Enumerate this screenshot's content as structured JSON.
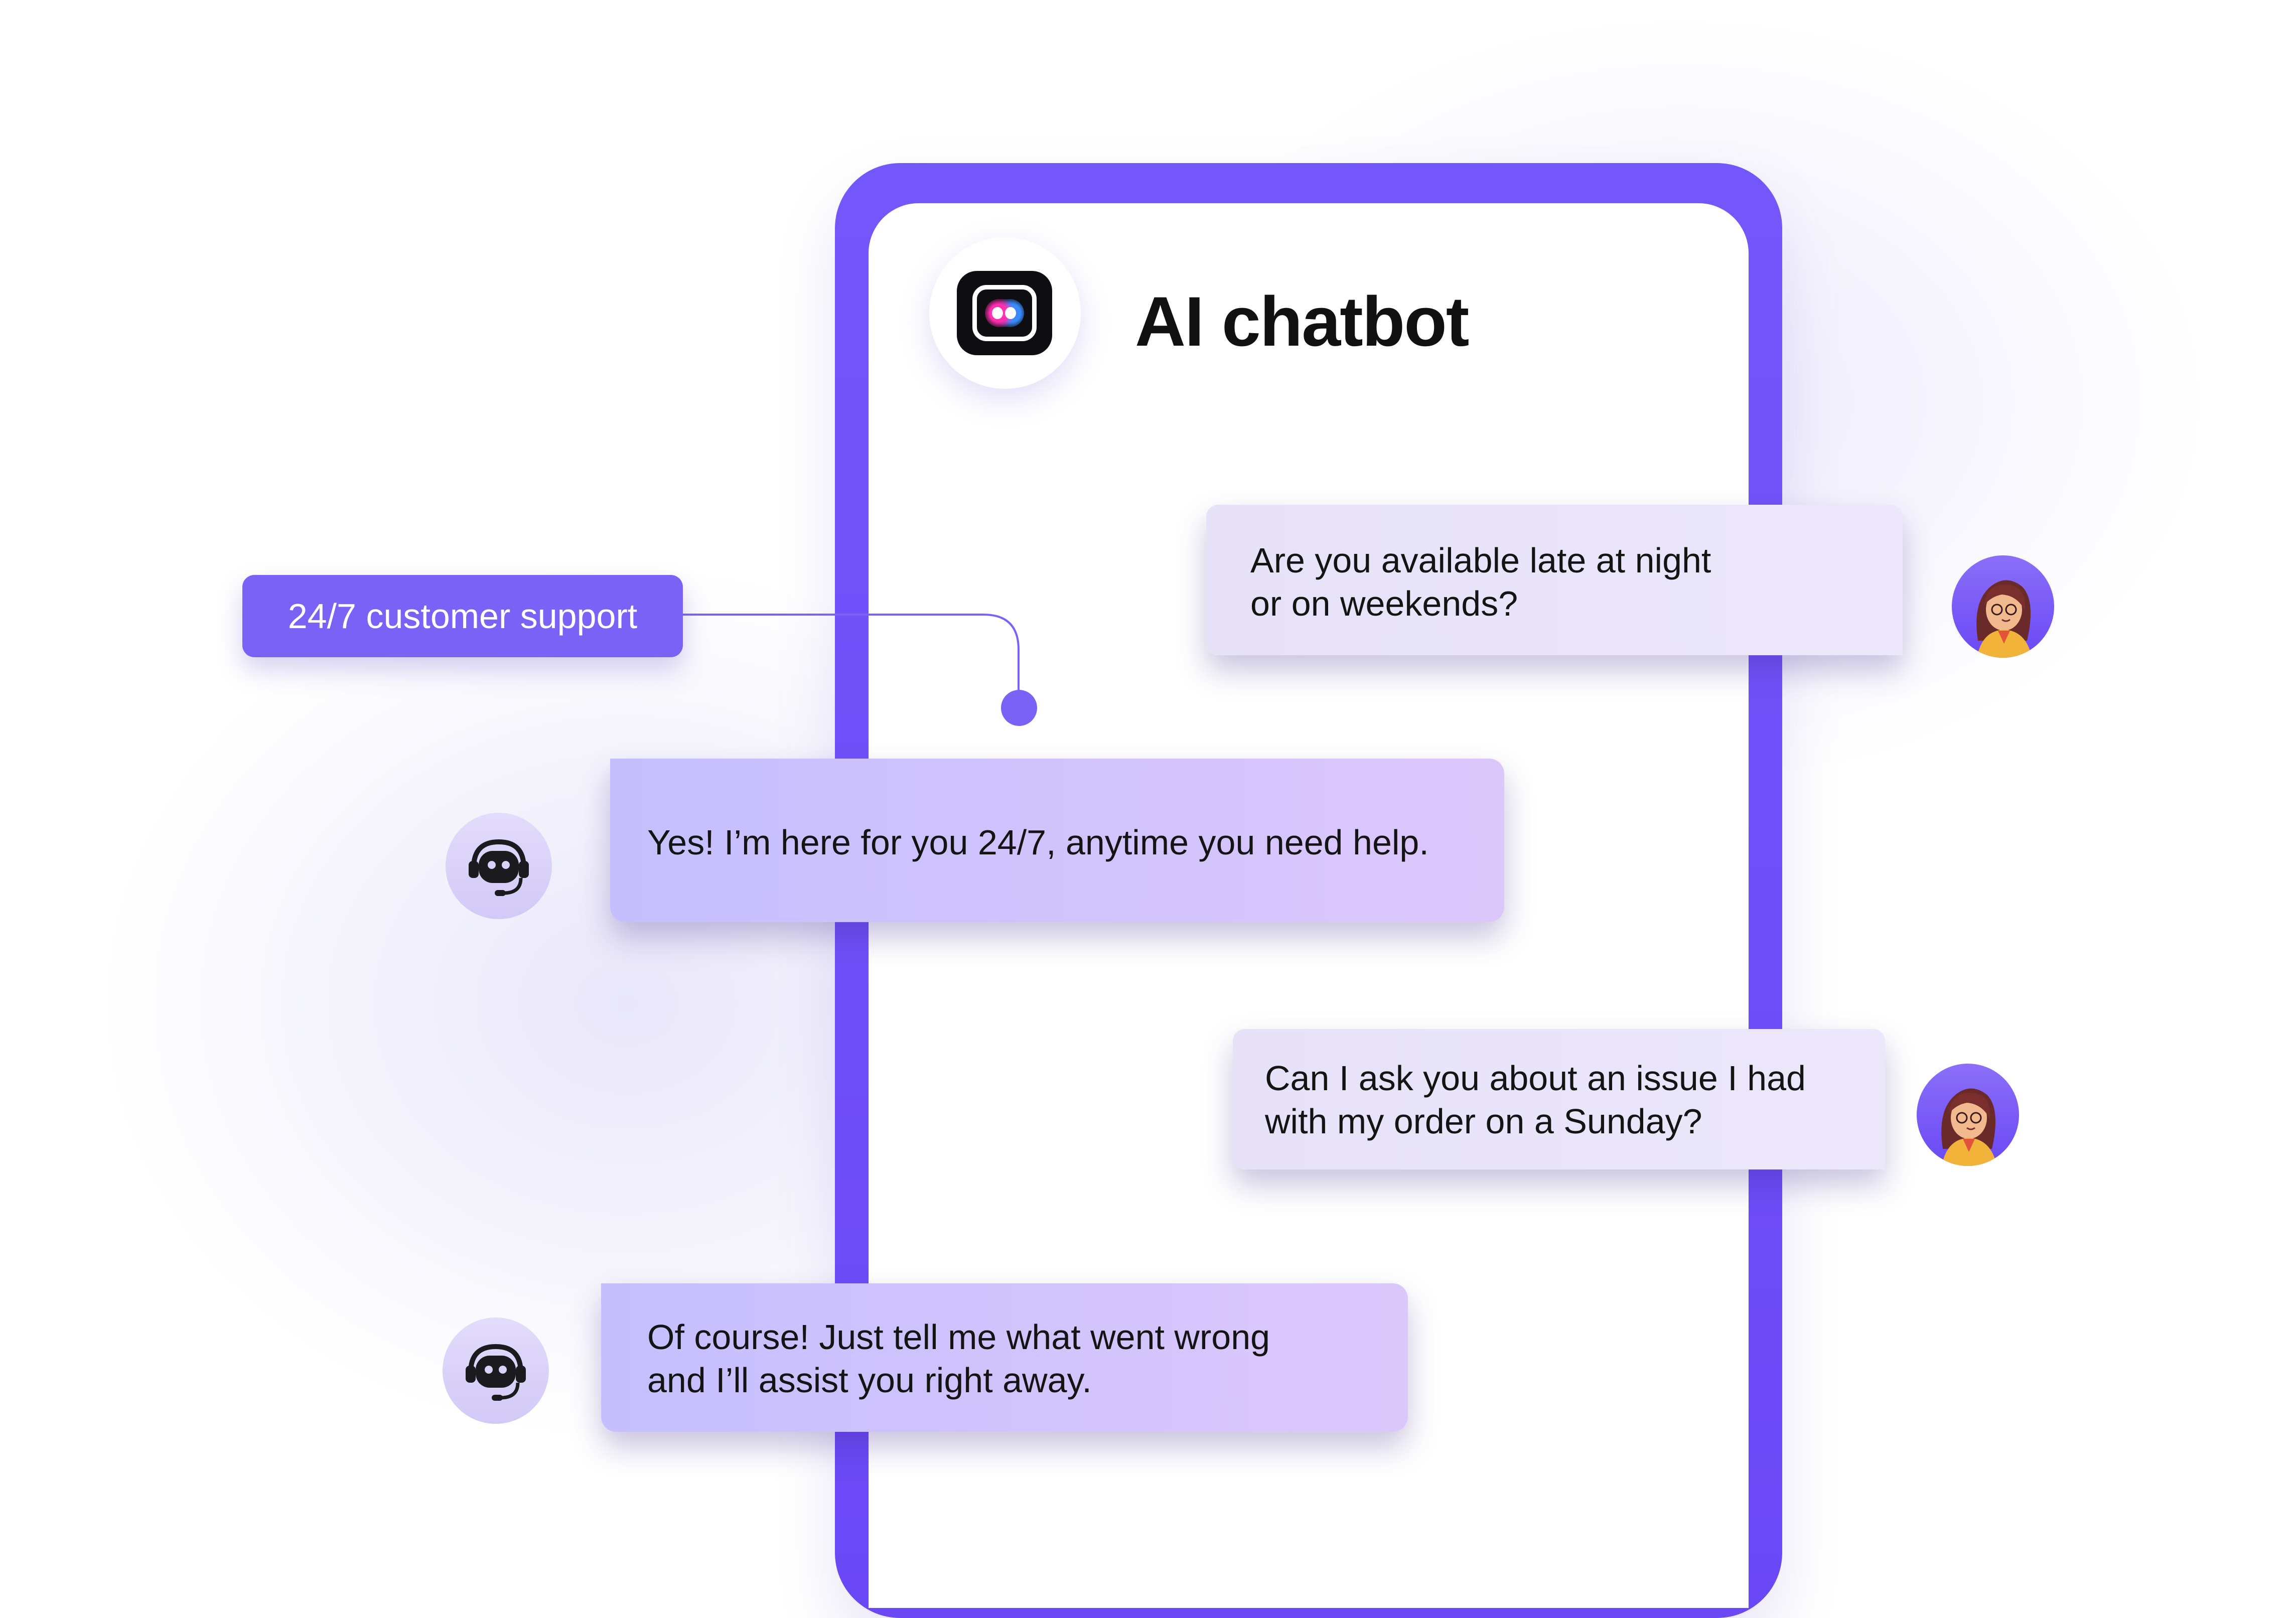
{
  "app": {
    "title": "AI chatbot",
    "logo_icon": "chatbot-logo-icon"
  },
  "callout": {
    "label": "24/7 customer support"
  },
  "messages": [
    {
      "sender": "user",
      "lines": [
        "Are you available late at night",
        "or on weekends?"
      ]
    },
    {
      "sender": "bot",
      "lines": [
        "Yes! I’m here for you 24/7, anytime you need help."
      ]
    },
    {
      "sender": "user",
      "lines": [
        "Can I ask you about an issue I had",
        "with my order on a Sunday?"
      ]
    },
    {
      "sender": "bot",
      "lines": [
        "Of course! Just tell me what went wrong",
        "and I’ll assist you right away."
      ]
    }
  ],
  "colors": {
    "accent": "#6c4bf7",
    "callout": "#7b62f6",
    "user_bubble": "#ebe6fa",
    "bot_bubble_start": "#c5bffe",
    "bot_bubble_end": "#dcc7fb"
  },
  "icons": {
    "user_avatar": "woman-avatar-icon",
    "bot_avatar": "robot-headset-icon"
  }
}
